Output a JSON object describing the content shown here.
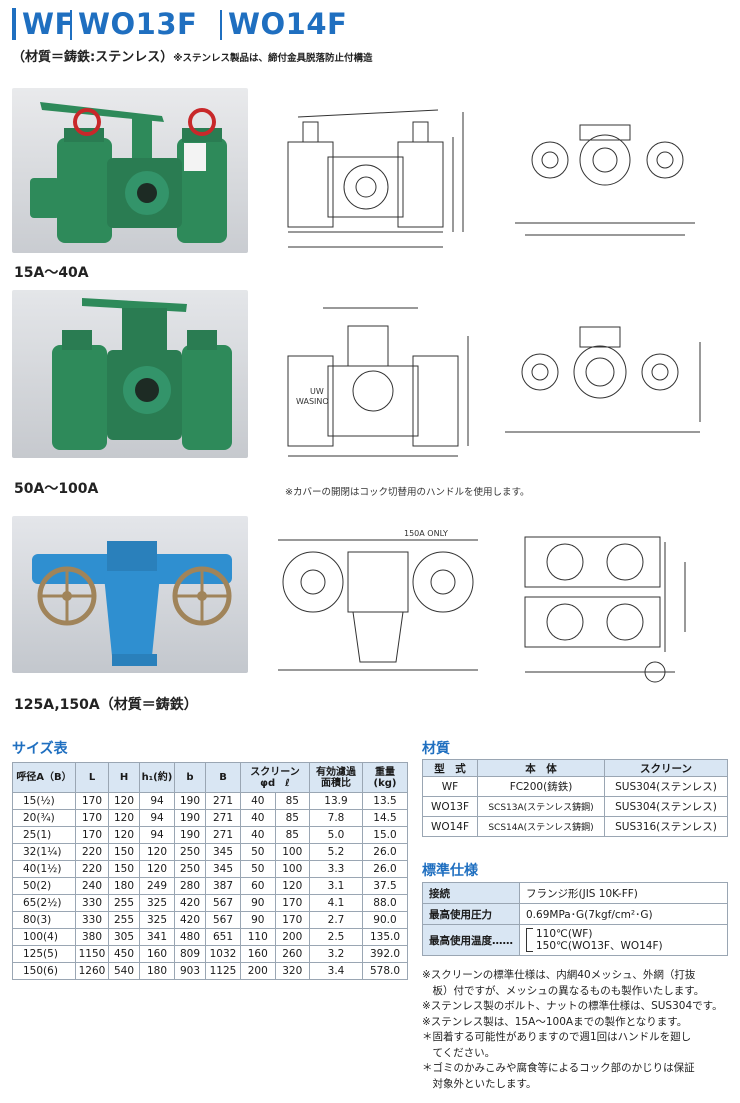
{
  "header": {
    "models": [
      "WF",
      "WO13F",
      "WO14F"
    ],
    "material": "（材質＝鋳鉄:ステンレス）",
    "material_note": "※ステンレス製品は、締付金具脱落防止付構造"
  },
  "products": [
    {
      "caption": "15A〜40A"
    },
    {
      "caption": "50A〜100A"
    },
    {
      "caption": "125A,150A（材質＝鋳鉄）"
    }
  ],
  "drawing_note": "※カバーの開閉はコック切替用のハンドルを使用します。",
  "drawing_labels": {
    "uw": "UW",
    "wasino": "WASINO",
    "only_150a": "150A ONLY"
  },
  "size_table": {
    "title": "サイズ表",
    "headers": [
      "呼径A（B）",
      "L",
      "H",
      "h₁(約)",
      "b",
      "B",
      "スクリーン",
      "有効濾過",
      "重量"
    ],
    "header_sub": {
      "screen": "φd　ℓ",
      "filter": "面積比",
      "weight": "(kg)"
    },
    "rows": [
      [
        "15(½)",
        "170",
        "120",
        "94",
        "190",
        "271",
        "40",
        "85",
        "13.9",
        "13.5"
      ],
      [
        "20(¾)",
        "170",
        "120",
        "94",
        "190",
        "271",
        "40",
        "85",
        "7.8",
        "14.5"
      ],
      [
        "25(1)",
        "170",
        "120",
        "94",
        "190",
        "271",
        "40",
        "85",
        "5.0",
        "15.0"
      ],
      [
        "32(1¼)",
        "220",
        "150",
        "120",
        "250",
        "345",
        "50",
        "100",
        "5.2",
        "26.0"
      ],
      [
        "40(1½)",
        "220",
        "150",
        "120",
        "250",
        "345",
        "50",
        "100",
        "3.3",
        "26.0"
      ],
      [
        "50(2)",
        "240",
        "180",
        "249",
        "280",
        "387",
        "60",
        "120",
        "3.1",
        "37.5"
      ],
      [
        "65(2½)",
        "330",
        "255",
        "325",
        "420",
        "567",
        "90",
        "170",
        "4.1",
        "88.0"
      ],
      [
        "80(3)",
        "330",
        "255",
        "325",
        "420",
        "567",
        "90",
        "170",
        "2.7",
        "90.0"
      ],
      [
        "100(4)",
        "380",
        "305",
        "341",
        "480",
        "651",
        "110",
        "200",
        "2.5",
        "135.0"
      ],
      [
        "125(5)",
        "1150",
        "450",
        "160",
        "809",
        "1032",
        "160",
        "260",
        "3.2",
        "392.0"
      ],
      [
        "150(6)",
        "1260",
        "540",
        "180",
        "903",
        "1125",
        "200",
        "320",
        "3.4",
        "578.0"
      ]
    ]
  },
  "material_table": {
    "title": "材質",
    "headers": [
      "型　式",
      "本　体",
      "スクリーン"
    ],
    "rows": [
      [
        "WF",
        "FC200(鋳鉄)",
        "SUS304(ステンレス)"
      ],
      [
        "WO13F",
        "SCS13A(ステンレス鋳鋼)",
        "SUS304(ステンレス)"
      ],
      [
        "WO14F",
        "SCS14A(ステンレス鋳鋼)",
        "SUS316(ステンレス)"
      ]
    ]
  },
  "spec_table": {
    "title": "標準仕様",
    "connection_label": "接続",
    "connection_value": "フランジ形(JIS 10K-FF)",
    "pressure_label": "最高使用圧力",
    "pressure_value": "0.69MPa･G(7kgf/cm²･G)",
    "temp_label": "最高使用温度",
    "temp_dots": "……",
    "temp_values": [
      "110℃(WF)",
      "150℃(WO13F、WO14F)"
    ]
  },
  "notes": [
    "※スクリーンの標準仕様は、内網40メッシュ、外網（打抜",
    "　板）付ですが、メッシュの異なるものも製作いたします。",
    "※ステンレス製のボルト、ナットの標準仕様は、SUS304です。",
    "※ステンレス製は、15A〜100Aまでの製作となります。",
    "＊固着する可能性がありますので週1回はハンドルを廻し",
    "　てください。",
    "＊ゴミのかみこみや腐食等によるコック部のかじりは保証",
    "　対象外といたします。"
  ],
  "colors": {
    "accent": "#1f6fc0",
    "header_fill": "#d9e6f3",
    "green_body": "#2e8a5a",
    "blue_body": "#2f8fd0"
  }
}
